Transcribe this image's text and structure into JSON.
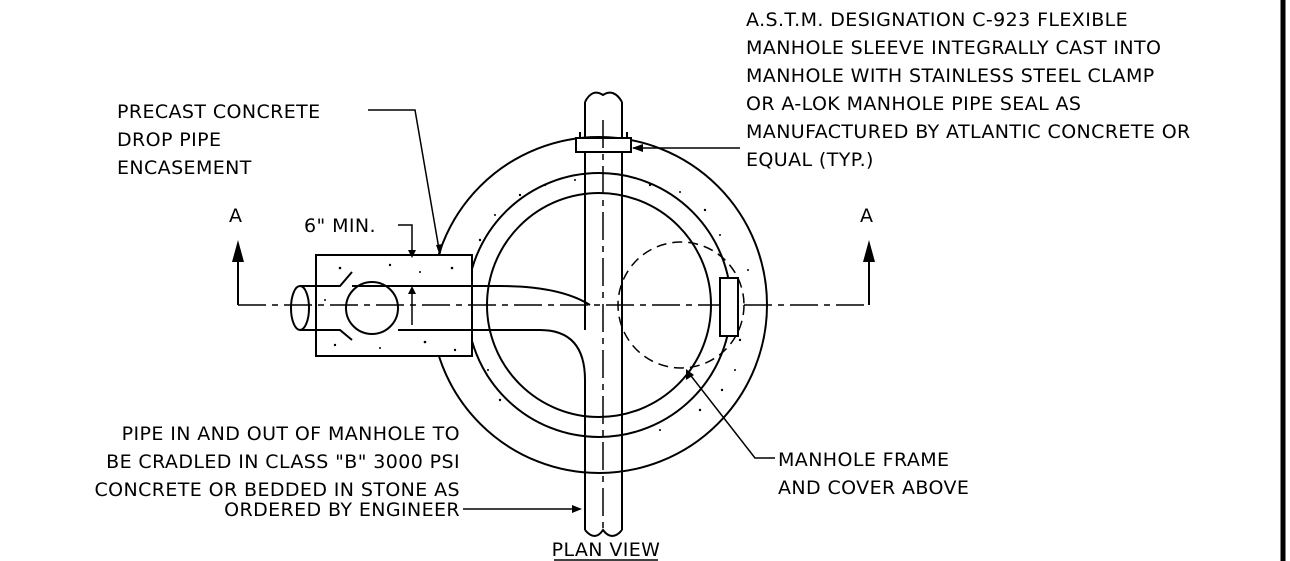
{
  "labels": {
    "sleeve_note": [
      "A.S.T.M. DESIGNATION C-923 FLEXIBLE",
      "MANHOLE SLEEVE INTEGRALLY CAST INTO",
      "MANHOLE WITH STAINLESS STEEL CLAMP",
      "OR A-LOK MANHOLE PIPE SEAL AS",
      "MANUFACTURED BY ATLANTIC CONCRETE OR",
      "EQUAL (TYP.)"
    ],
    "encasement_note": [
      "PRECAST CONCRETE",
      "DROP PIPE",
      "ENCASEMENT"
    ],
    "min_dimension": "6\" MIN.",
    "section_left": "A",
    "section_right": "A",
    "cradle_note": [
      "PIPE IN AND OUT OF MANHOLE TO",
      "BE CRADLED IN CLASS \"B\" 3000 PSI",
      "CONCRETE OR BEDDED  IN STONE AS",
      "ORDERED BY ENGINEER"
    ],
    "frame_note": [
      "MANHOLE FRAME",
      "AND COVER ABOVE"
    ],
    "view_title": "PLAN VIEW"
  }
}
